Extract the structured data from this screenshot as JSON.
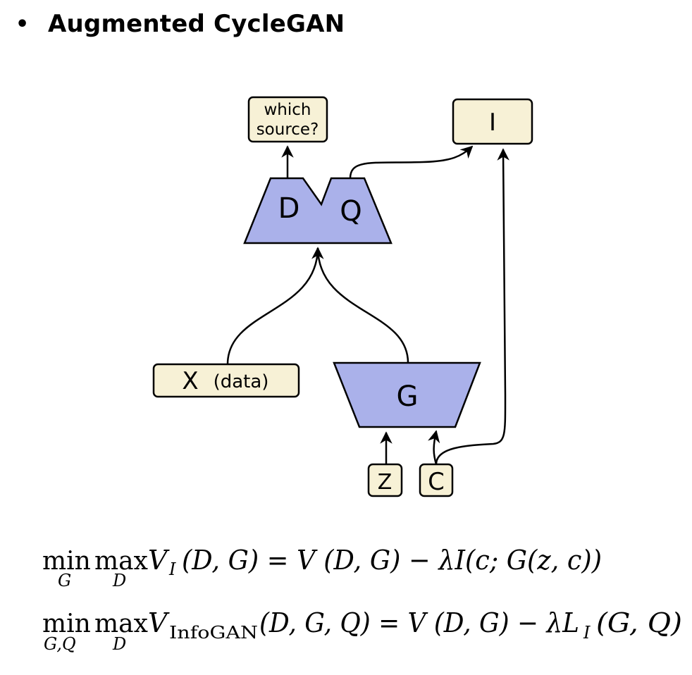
{
  "heading": {
    "bullet": "•",
    "title": "Augmented CycleGAN"
  },
  "diagram": {
    "colors": {
      "network_fill": "#aab1ea",
      "box_fill": "#f7f1d6",
      "stroke": "#000000"
    },
    "nodes": {
      "which_source_line1": "which",
      "which_source_line2": "source?",
      "info_box": "I",
      "discriminator": "D",
      "q_network": "Q",
      "data_main": "X",
      "data_sub": "(data)",
      "generator": "G",
      "noise": "Z",
      "code": "C"
    }
  },
  "equations": {
    "eq1": {
      "min": "min",
      "min_sub": "G",
      "max": "max",
      "max_sub": "D",
      "V": "V",
      "V_sub": "I",
      "rest": "(D, G) = V (D, G) − λI(c; G(z, c))"
    },
    "eq2": {
      "min": "min",
      "min_sub": "G,Q",
      "max": "max",
      "max_sub": "D",
      "V": "V",
      "V_sub": "InfoGAN",
      "rest": "(D, G, Q) = V (D, G) − λL",
      "L_sub": "I",
      "tail": "(G, Q)"
    }
  }
}
